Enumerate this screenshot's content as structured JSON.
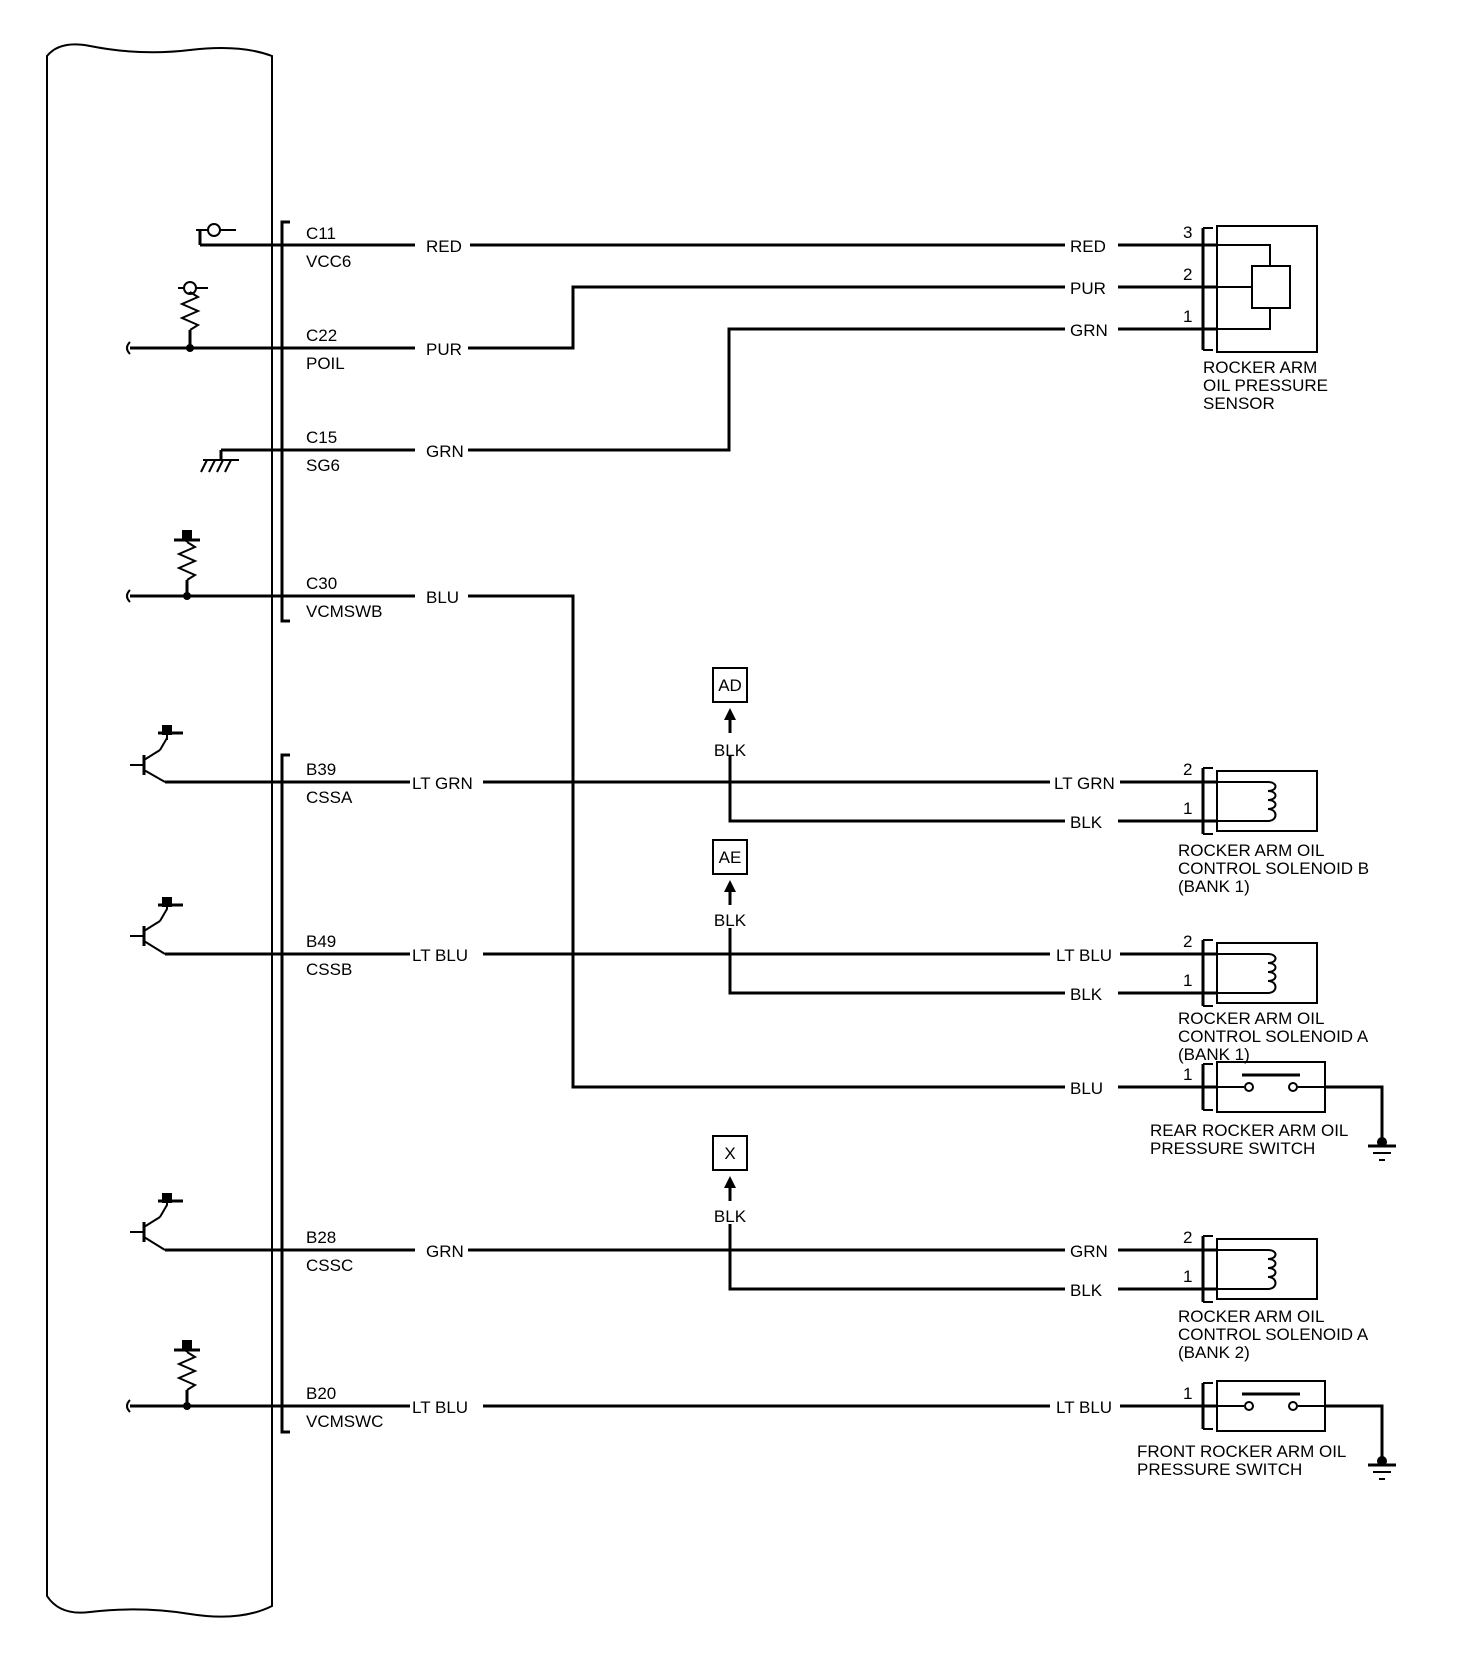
{
  "ecm": {
    "group_c": [
      {
        "pin": "C11",
        "signal": "VCC6",
        "wire_color": "RED"
      },
      {
        "pin": "C22",
        "signal": "POIL",
        "wire_color": "PUR"
      },
      {
        "pin": "C15",
        "signal": "SG6",
        "wire_color": "GRN"
      },
      {
        "pin": "C30",
        "signal": "VCMSWB",
        "wire_color": "BLU"
      }
    ],
    "group_b": [
      {
        "pin": "B39",
        "signal": "CSSA",
        "wire_color": "LT GRN"
      },
      {
        "pin": "B49",
        "signal": "CSSB",
        "wire_color": "LT BLU"
      },
      {
        "pin": "B28",
        "signal": "CSSC",
        "wire_color": "GRN"
      },
      {
        "pin": "B20",
        "signal": "VCMSWC",
        "wire_color": "LT BLU"
      }
    ]
  },
  "sensor": {
    "label_lines": [
      "ROCKER ARM",
      "OIL PRESSURE",
      "SENSOR"
    ],
    "terminals": [
      {
        "num": "3",
        "wire_color": "RED"
      },
      {
        "num": "2",
        "wire_color": "PUR"
      },
      {
        "num": "1",
        "wire_color": "GRN"
      }
    ]
  },
  "solenoid_b_bank1": {
    "label_lines": [
      "ROCKER ARM OIL",
      "CONTROL SOLENOID B",
      "(BANK 1)"
    ],
    "terminals": [
      {
        "num": "2",
        "wire_color": "LT GRN"
      },
      {
        "num": "1",
        "wire_color": "BLK"
      }
    ],
    "ref": "AD",
    "ref_wire": "BLK"
  },
  "solenoid_a_bank1": {
    "label_lines": [
      "ROCKER ARM OIL",
      "CONTROL SOLENOID A",
      "(BANK 1)"
    ],
    "terminals": [
      {
        "num": "2",
        "wire_color": "LT BLU"
      },
      {
        "num": "1",
        "wire_color": "BLK"
      }
    ],
    "ref": "AE",
    "ref_wire": "BLK"
  },
  "rear_switch": {
    "label_lines": [
      "REAR ROCKER ARM OIL",
      "PRESSURE SWITCH"
    ],
    "terminals": [
      {
        "num": "1",
        "wire_color": "BLU"
      }
    ]
  },
  "solenoid_a_bank2": {
    "label_lines": [
      "ROCKER ARM OIL",
      "CONTROL SOLENOID A",
      "(BANK 2)"
    ],
    "terminals": [
      {
        "num": "2",
        "wire_color": "GRN"
      },
      {
        "num": "1",
        "wire_color": "BLK"
      }
    ],
    "ref": "X",
    "ref_wire": "BLK"
  },
  "front_switch": {
    "label_lines": [
      "FRONT ROCKER ARM OIL",
      "PRESSURE SWITCH"
    ],
    "terminals": [
      {
        "num": "1",
        "wire_color": "LT BLU"
      }
    ]
  }
}
